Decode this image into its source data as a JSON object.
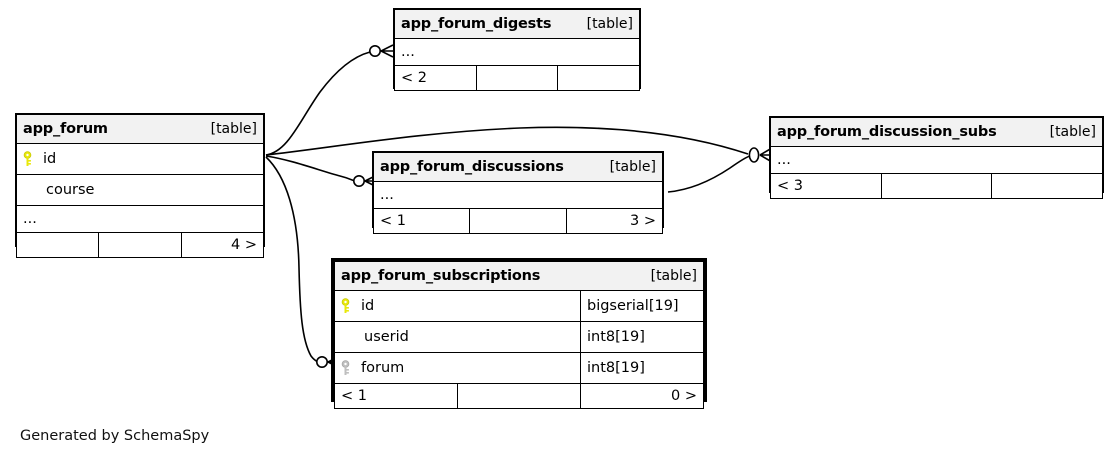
{
  "diagram": {
    "generator_note": "Generated by SchemaSpy",
    "table_tag": "[table]",
    "ellipsis": "...",
    "pk_icon": "yellow-key-icon",
    "fk_icon": "gray-key-icon",
    "pk_color": "#e8e80c",
    "fk_color": "#bfbfbf",
    "header_bg": "#f2f2f2",
    "line_color": "#000000"
  },
  "tables": {
    "app_forum": {
      "name": "app_forum",
      "tag": "[table]",
      "columns": [
        {
          "key": "pk",
          "name": "id",
          "type": ""
        },
        {
          "key": "none",
          "name": "course",
          "type": ""
        }
      ],
      "ellipsis": "...",
      "footer": {
        "left": "",
        "middle": "",
        "right": "4 >"
      }
    },
    "app_forum_digests": {
      "name": "app_forum_digests",
      "tag": "[table]",
      "columns": [],
      "ellipsis": "...",
      "footer": {
        "left": "< 2",
        "middle": "",
        "right": ""
      }
    },
    "app_forum_discussions": {
      "name": "app_forum_discussions",
      "tag": "[table]",
      "columns": [],
      "ellipsis": "...",
      "footer": {
        "left": "< 1",
        "middle": "",
        "right": "3 >"
      }
    },
    "app_forum_discussion_subs": {
      "name": "app_forum_discussion_subs",
      "tag": "[table]",
      "columns": [],
      "ellipsis": "...",
      "footer": {
        "left": "< 3",
        "middle": "",
        "right": ""
      }
    },
    "app_forum_subscriptions": {
      "name": "app_forum_subscriptions",
      "tag": "[table]",
      "focus": true,
      "columns": [
        {
          "key": "pk",
          "name": "id",
          "type": "bigserial[19]"
        },
        {
          "key": "none",
          "name": "userid",
          "type": "int8[19]"
        },
        {
          "key": "fk",
          "name": "forum",
          "type": "int8[19]"
        }
      ],
      "footer": {
        "left": "< 1",
        "middle": "",
        "right": "0 >"
      }
    }
  },
  "relationships": [
    {
      "from": "app_forum",
      "to": "app_forum_digests"
    },
    {
      "from": "app_forum",
      "to": "app_forum_discussions"
    },
    {
      "from": "app_forum",
      "to": "app_forum_discussion_subs"
    },
    {
      "from": "app_forum",
      "to": "app_forum_subscriptions"
    },
    {
      "from": "app_forum_discussions",
      "to": "app_forum_discussion_subs"
    }
  ]
}
